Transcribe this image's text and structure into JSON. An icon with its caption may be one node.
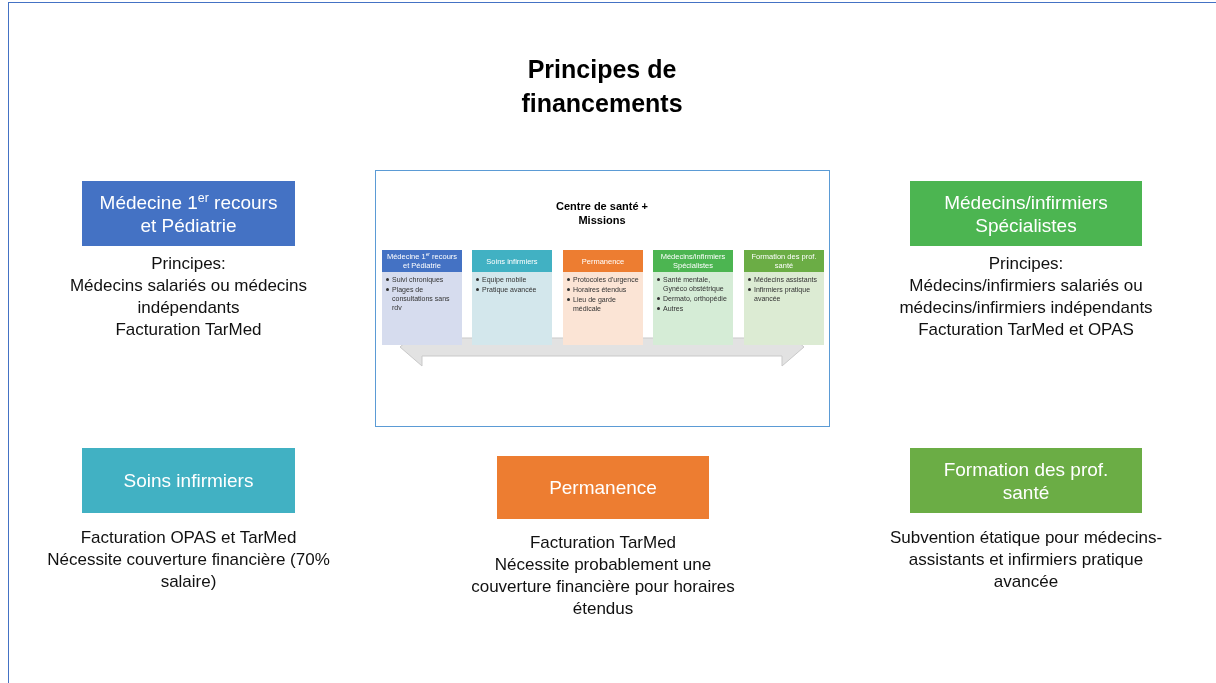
{
  "diagram": {
    "title": "Principes de financements",
    "nodes": [
      {
        "text": [
          "Médecine 1$^{er}$ recours et Pédiatrie"
        ],
        "beside": [
          "Principes:",
          "Médecins salariés ou médecins indépendants",
          "Facturation TarMed"
        ]
      },
      {
        "text": [
          "Centre de santé + Missions"
        ]
      },
      {
        "text": [
          "Médecine 1$^{er}$ recours et Pédiatrie",
          "Suivi chroniques",
          "Plages de consultations sans rdv"
        ],
        "in": 1
      },
      {
        "text": [
          "Soins infirmiers",
          "Equipe mobile",
          "Pratique avancée"
        ],
        "in": 1
      },
      {
        "text": [
          "Permanence",
          "Protocoles d'urgence",
          "Horaires étendus",
          "Lieu de garde médicale"
        ],
        "in": 1
      },
      {
        "text": [
          "Médecins/infirmiers Spécialistes",
          "Santé mentale, Gynéco obstétrique",
          "Dermato, orthopédie",
          "Autres"
        ],
        "in": 1
      },
      {
        "text": [
          "Formation des prof. santé",
          "Médecins assistants",
          "Infirmiers pratique avancée"
        ],
        "in": 1
      },
      {
        "text": [
          "Médecins/infirmiers Spécialistes"
        ],
        "beside": [
          "Principes:",
          "Médecins/infirmiers salariés ou médecins/infirmiers indépendants",
          "Facturation TarMed et OPAS"
        ]
      },
      {
        "text": [
          "Soins infirmiers"
        ],
        "beside": [
          "Facturation OPAS et TarMed",
          "Nécessite couverture financière (70% salaire)"
        ]
      },
      {
        "text": [
          "Permanence"
        ],
        "beside": [
          "Facturation TarMed",
          "Nécessite probablement une couverture financière pour horaires étendus"
        ]
      },
      {
        "text": [
          "Formation des prof. santé"
        ],
        "beside": [
          "Subvention étatique pour médecins-assistants et infirmiers pratique avancée"
        ]
      }
    ],
    "edges": []
  }
}
